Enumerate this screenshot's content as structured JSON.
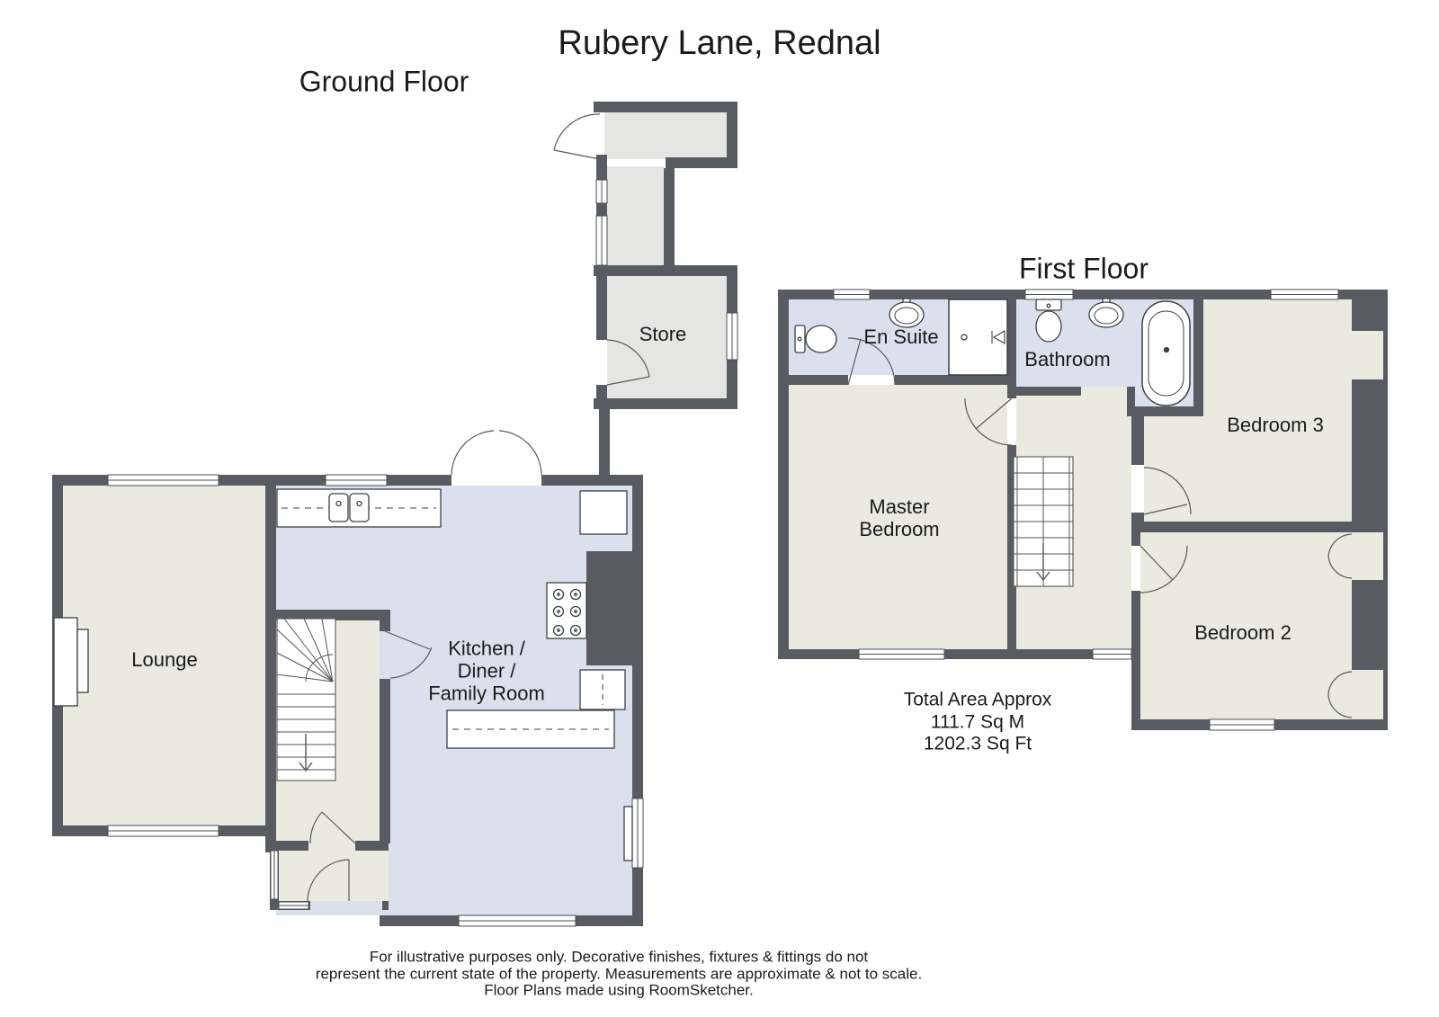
{
  "title": "Rubery Lane, Rednal",
  "floors": {
    "ground": {
      "label": "Ground Floor",
      "rooms": {
        "store": "Store",
        "lounge": "Lounge",
        "kitchen": "Kitchen /\nDiner /\nFamily Room"
      }
    },
    "first": {
      "label": "First Floor",
      "rooms": {
        "en_suite": "En Suite",
        "bathroom": "Bathroom",
        "master_bedroom": "Master\nBedroom",
        "bedroom_3": "Bedroom 3",
        "bedroom_2": "Bedroom 2"
      }
    }
  },
  "summary": {
    "total_area": "Total Area Approx\n111.7 Sq M\n1202.3 Sq Ft"
  },
  "footer": {
    "disclaimer": "For illustrative purposes only. Decorative finishes, fixtures & fittings do not\nrepresent the current state of the property. Measurements are approximate & not to scale.\nFloor Plans made using RoomSketcher."
  },
  "colors": {
    "wall": "#585c62",
    "floor_beige": "#eaeae0",
    "floor_blue": "#dbe1ec",
    "floor_gray": "#e5e5e4",
    "fixture_stroke": "#3c4043",
    "door_arc": "#5a5a5a"
  }
}
